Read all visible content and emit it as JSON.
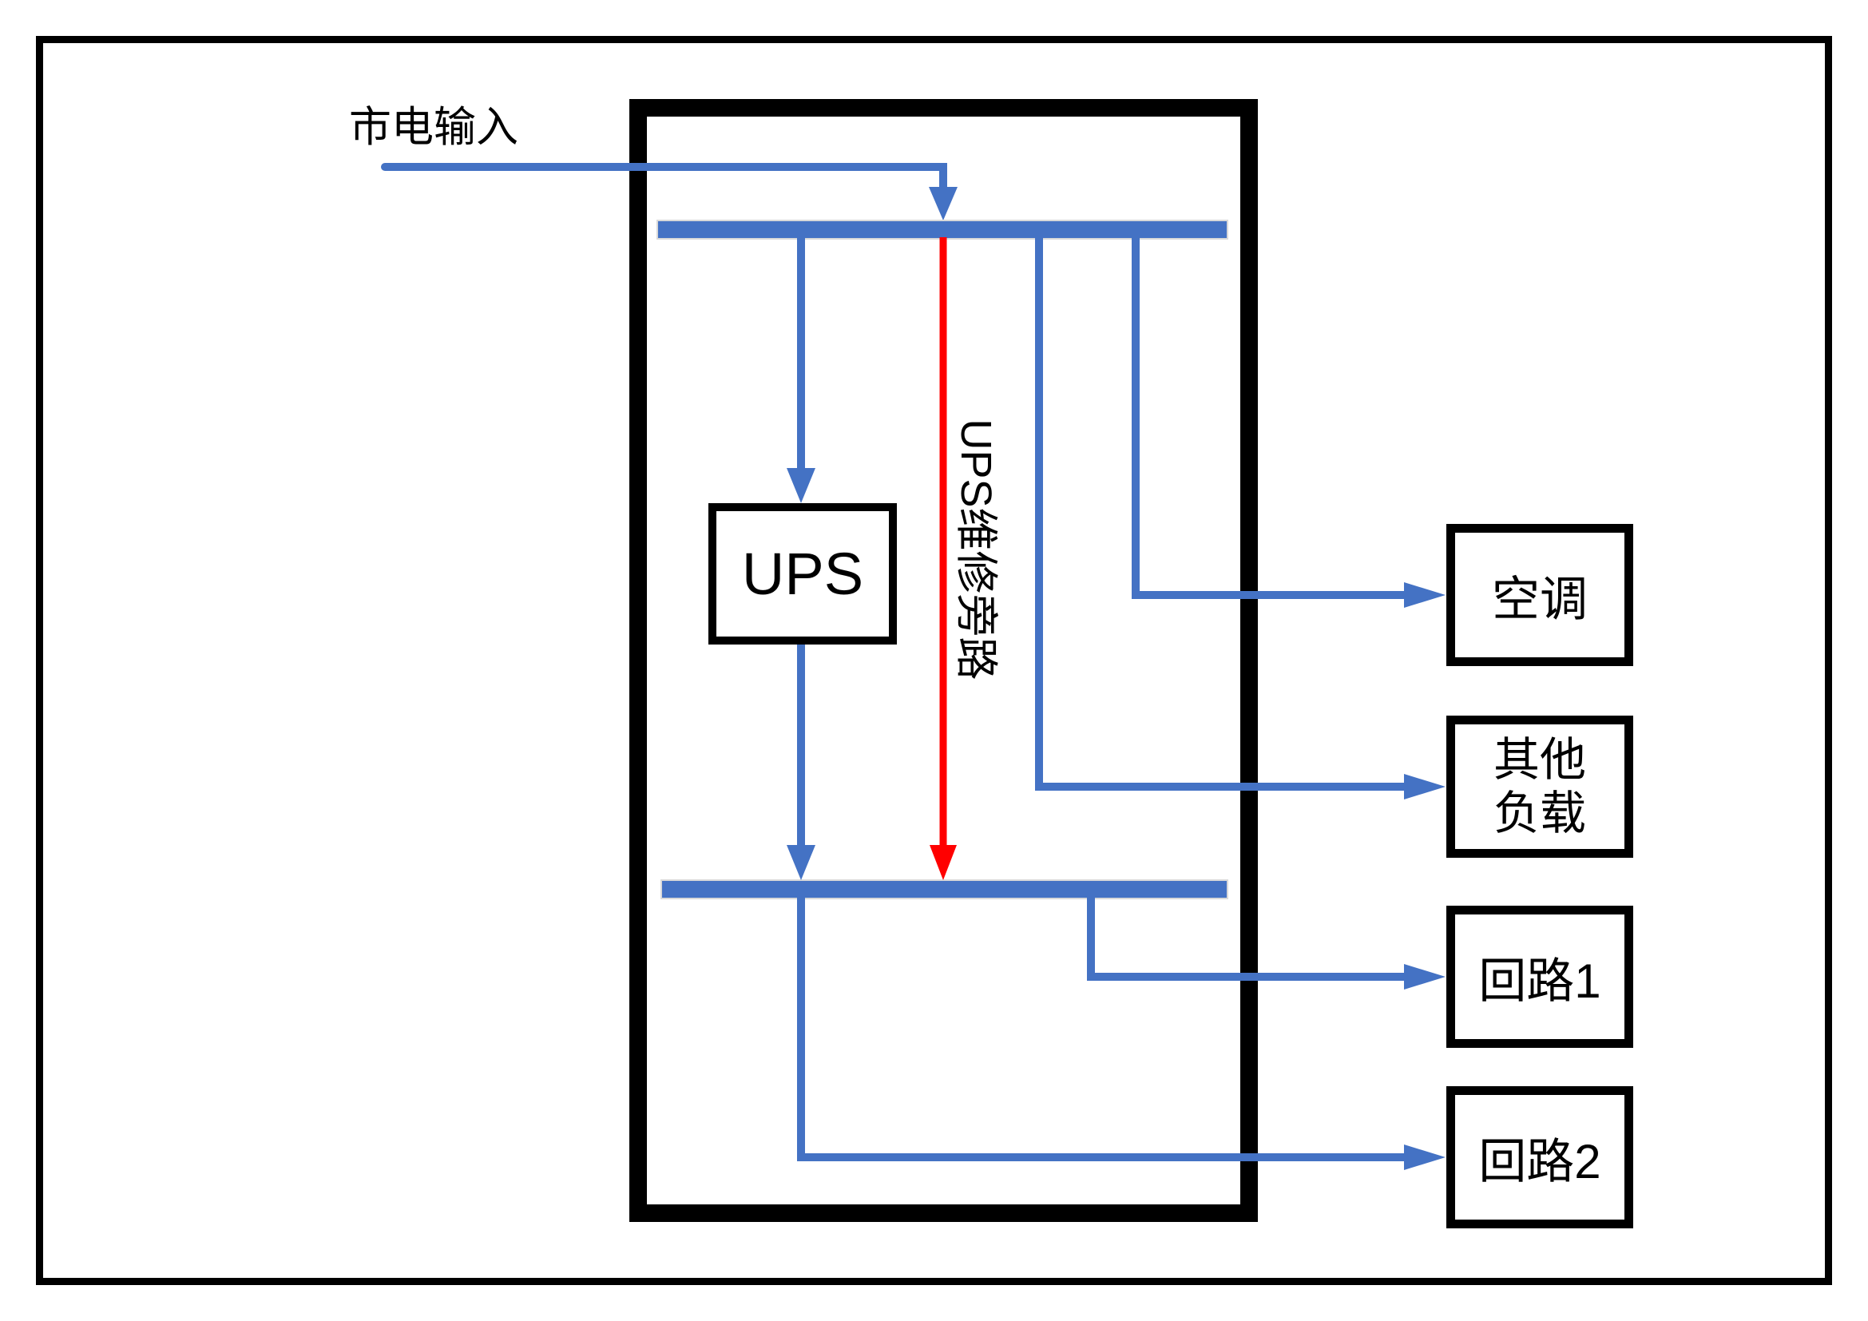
{
  "labels": {
    "mains_input": "市电输入",
    "ups": "UPS",
    "bypass": "UPS维修旁路",
    "air_conditioner": "空调",
    "other_load_line1": "其他",
    "other_load_line2": "负载",
    "circuit1": "回路1",
    "circuit2": "回路2"
  },
  "colors": {
    "line_blue": "#4472C4",
    "bypass_red": "#FF0000",
    "box_border": "#000000",
    "canvas_bg": "#FFFFFF"
  }
}
